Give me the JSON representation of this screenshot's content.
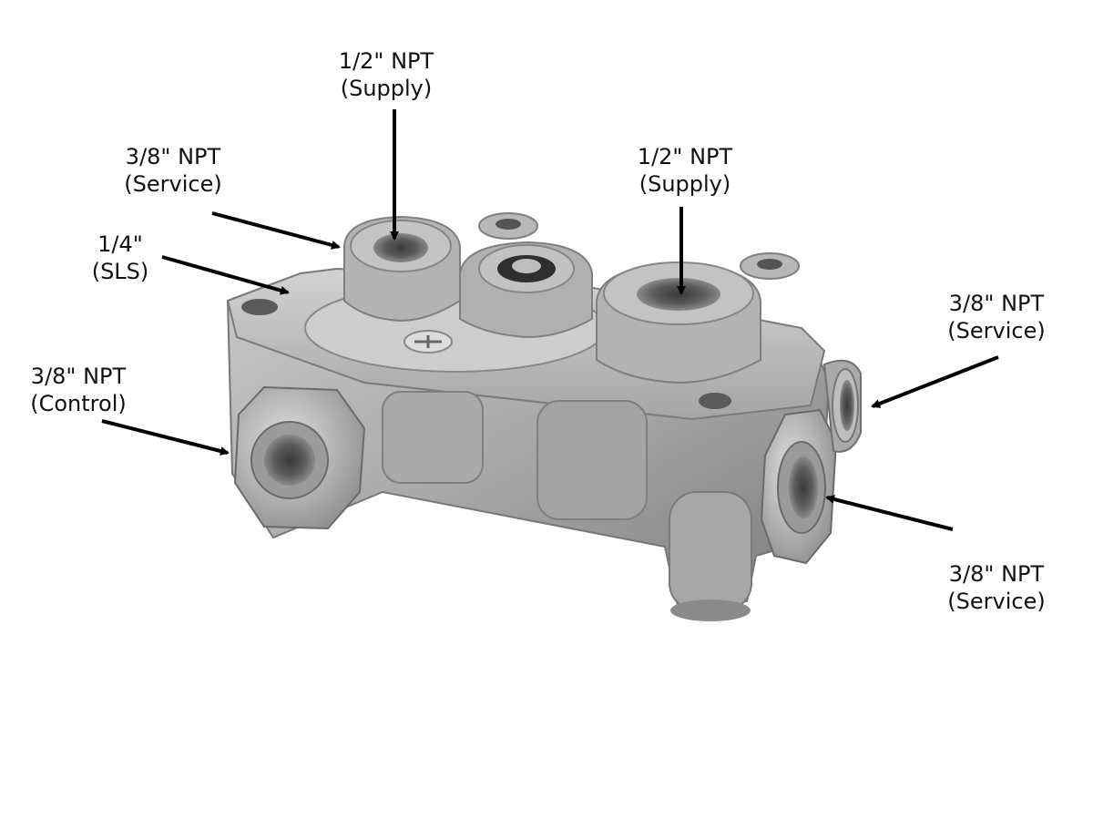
{
  "figure": {
    "subject": "air brake valve with labeled ports",
    "colors": {
      "background": "#ffffff",
      "metal_light": "#bdbdbd",
      "metal_mid": "#9e9e9e",
      "metal_dark": "#6f6f6f",
      "label_text": "#111111",
      "arrow": "#000000"
    }
  },
  "callouts": {
    "supply_left": {
      "line1": "1/2\" NPT",
      "line2": "(Supply)"
    },
    "service_top_left": {
      "line1": "3/8\" NPT",
      "line2": "(Service)"
    },
    "sls": {
      "line1": "1/4\"",
      "line2": "(SLS)"
    },
    "control": {
      "line1": "3/8\" NPT",
      "line2": "(Control)"
    },
    "supply_right": {
      "line1": "1/2\" NPT",
      "line2": "(Supply)"
    },
    "service_right_upper": {
      "line1": "3/8\" NPT",
      "line2": "(Service)"
    },
    "service_right_lower": {
      "line1": "3/8\" NPT",
      "line2": "(Service)"
    }
  }
}
